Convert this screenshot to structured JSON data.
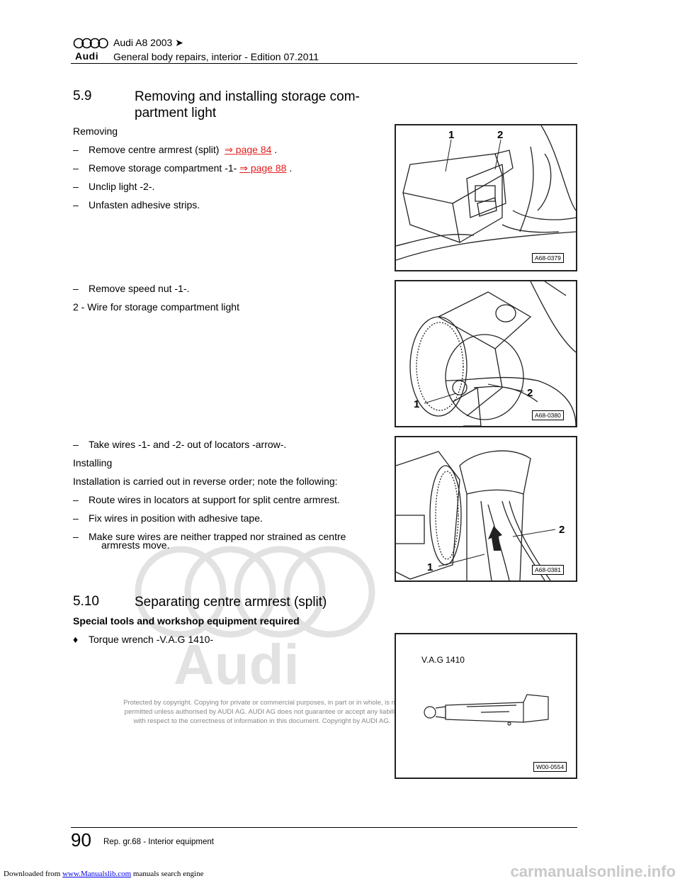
{
  "header": {
    "title": "Audi A8 2003 ➤",
    "subtitle": "General body repairs, interior - Edition 07.2011",
    "brand": "Audi"
  },
  "section1": {
    "number": "5.9",
    "title_line1": "Removing and installing storage com-",
    "title_line2": "partment light",
    "removing": "Removing",
    "step1_text": "Remove centre armrest (split)",
    "step1_link": "⇒ page 84",
    "step1_end": ".",
    "step2_text": "Remove storage compartment -1-",
    "step2_link": "⇒ page 88",
    "step2_end": ".",
    "step3": "Unclip light -2-.",
    "step4": "Unfasten adhesive strips.",
    "step5": "Remove speed nut -1-.",
    "note": "2 - Wire for storage compartment light",
    "step6": "Take wires -1- and -2- out of locators -arrow-.",
    "installing": "Installing",
    "install_intro": "Installation is carried out in reverse order; note the following:",
    "step7": "Route wires in locators at support for split centre armrest.",
    "step8": "Fix wires in position with adhesive tape.",
    "step9_line1": "Make sure wires are neither trapped nor strained as centre",
    "step9_line2": "armrests move.",
    "dash": "–"
  },
  "section2": {
    "number": "5.10",
    "title": "Separating centre armrest (split)",
    "subheading": "Special tools and workshop equipment required",
    "bullet": "♦",
    "tool": "Torque wrench -V.A.G 1410-"
  },
  "figures": {
    "fig1": {
      "code": "A68-0379",
      "label1": "1",
      "label2": "2"
    },
    "fig2": {
      "code": "A68-0380",
      "label1": "1",
      "label2": "2"
    },
    "fig3": {
      "code": "A68-0381",
      "label1": "1",
      "label2": "2"
    },
    "fig4": {
      "code": "W00-0554",
      "tool": "V.A.G 1410"
    }
  },
  "copyright": {
    "line1": "Protected by copyright. Copying for private or commercial purposes, in part or in whole, is not",
    "line2": "permitted unless authorised by AUDI AG. AUDI AG does not guarantee or accept any liability",
    "line3": "with respect to the correctness of information in this document. Copyright by AUDI AG."
  },
  "footer": {
    "page_number": "90",
    "page_label": "Rep. gr.68 - Interior equipment"
  },
  "download": {
    "prefix": "Downloaded from",
    "link": "www.Manualslib.com",
    "suffix": "manuals search engine"
  },
  "site": "carmanualsonline.info"
}
